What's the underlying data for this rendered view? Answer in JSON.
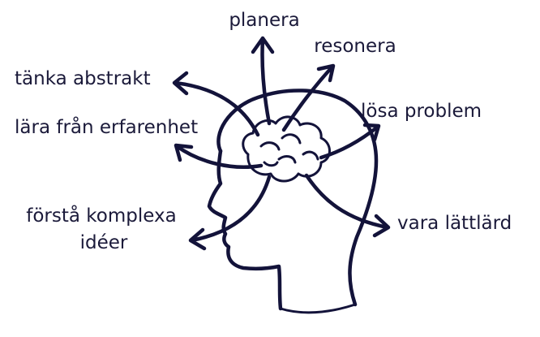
{
  "colors": {
    "ink": "#13133a",
    "text": "#1b1a3a",
    "background": "#ffffff"
  },
  "labels": {
    "planera": "planera",
    "resonera": "resonera",
    "tanka_abstrakt": "tänka abstrakt",
    "losa_problem": "lösa problem",
    "lara_fran_erfarenhet": "lära från erfarenhet",
    "forsta_komplexa_line1": "förstå komplexa",
    "forsta_komplexa_line2": "idéer",
    "vara_lattlard": "vara lättlärd"
  },
  "icons": [
    "head-silhouette-icon",
    "brain-icon",
    "arrow-icon"
  ]
}
